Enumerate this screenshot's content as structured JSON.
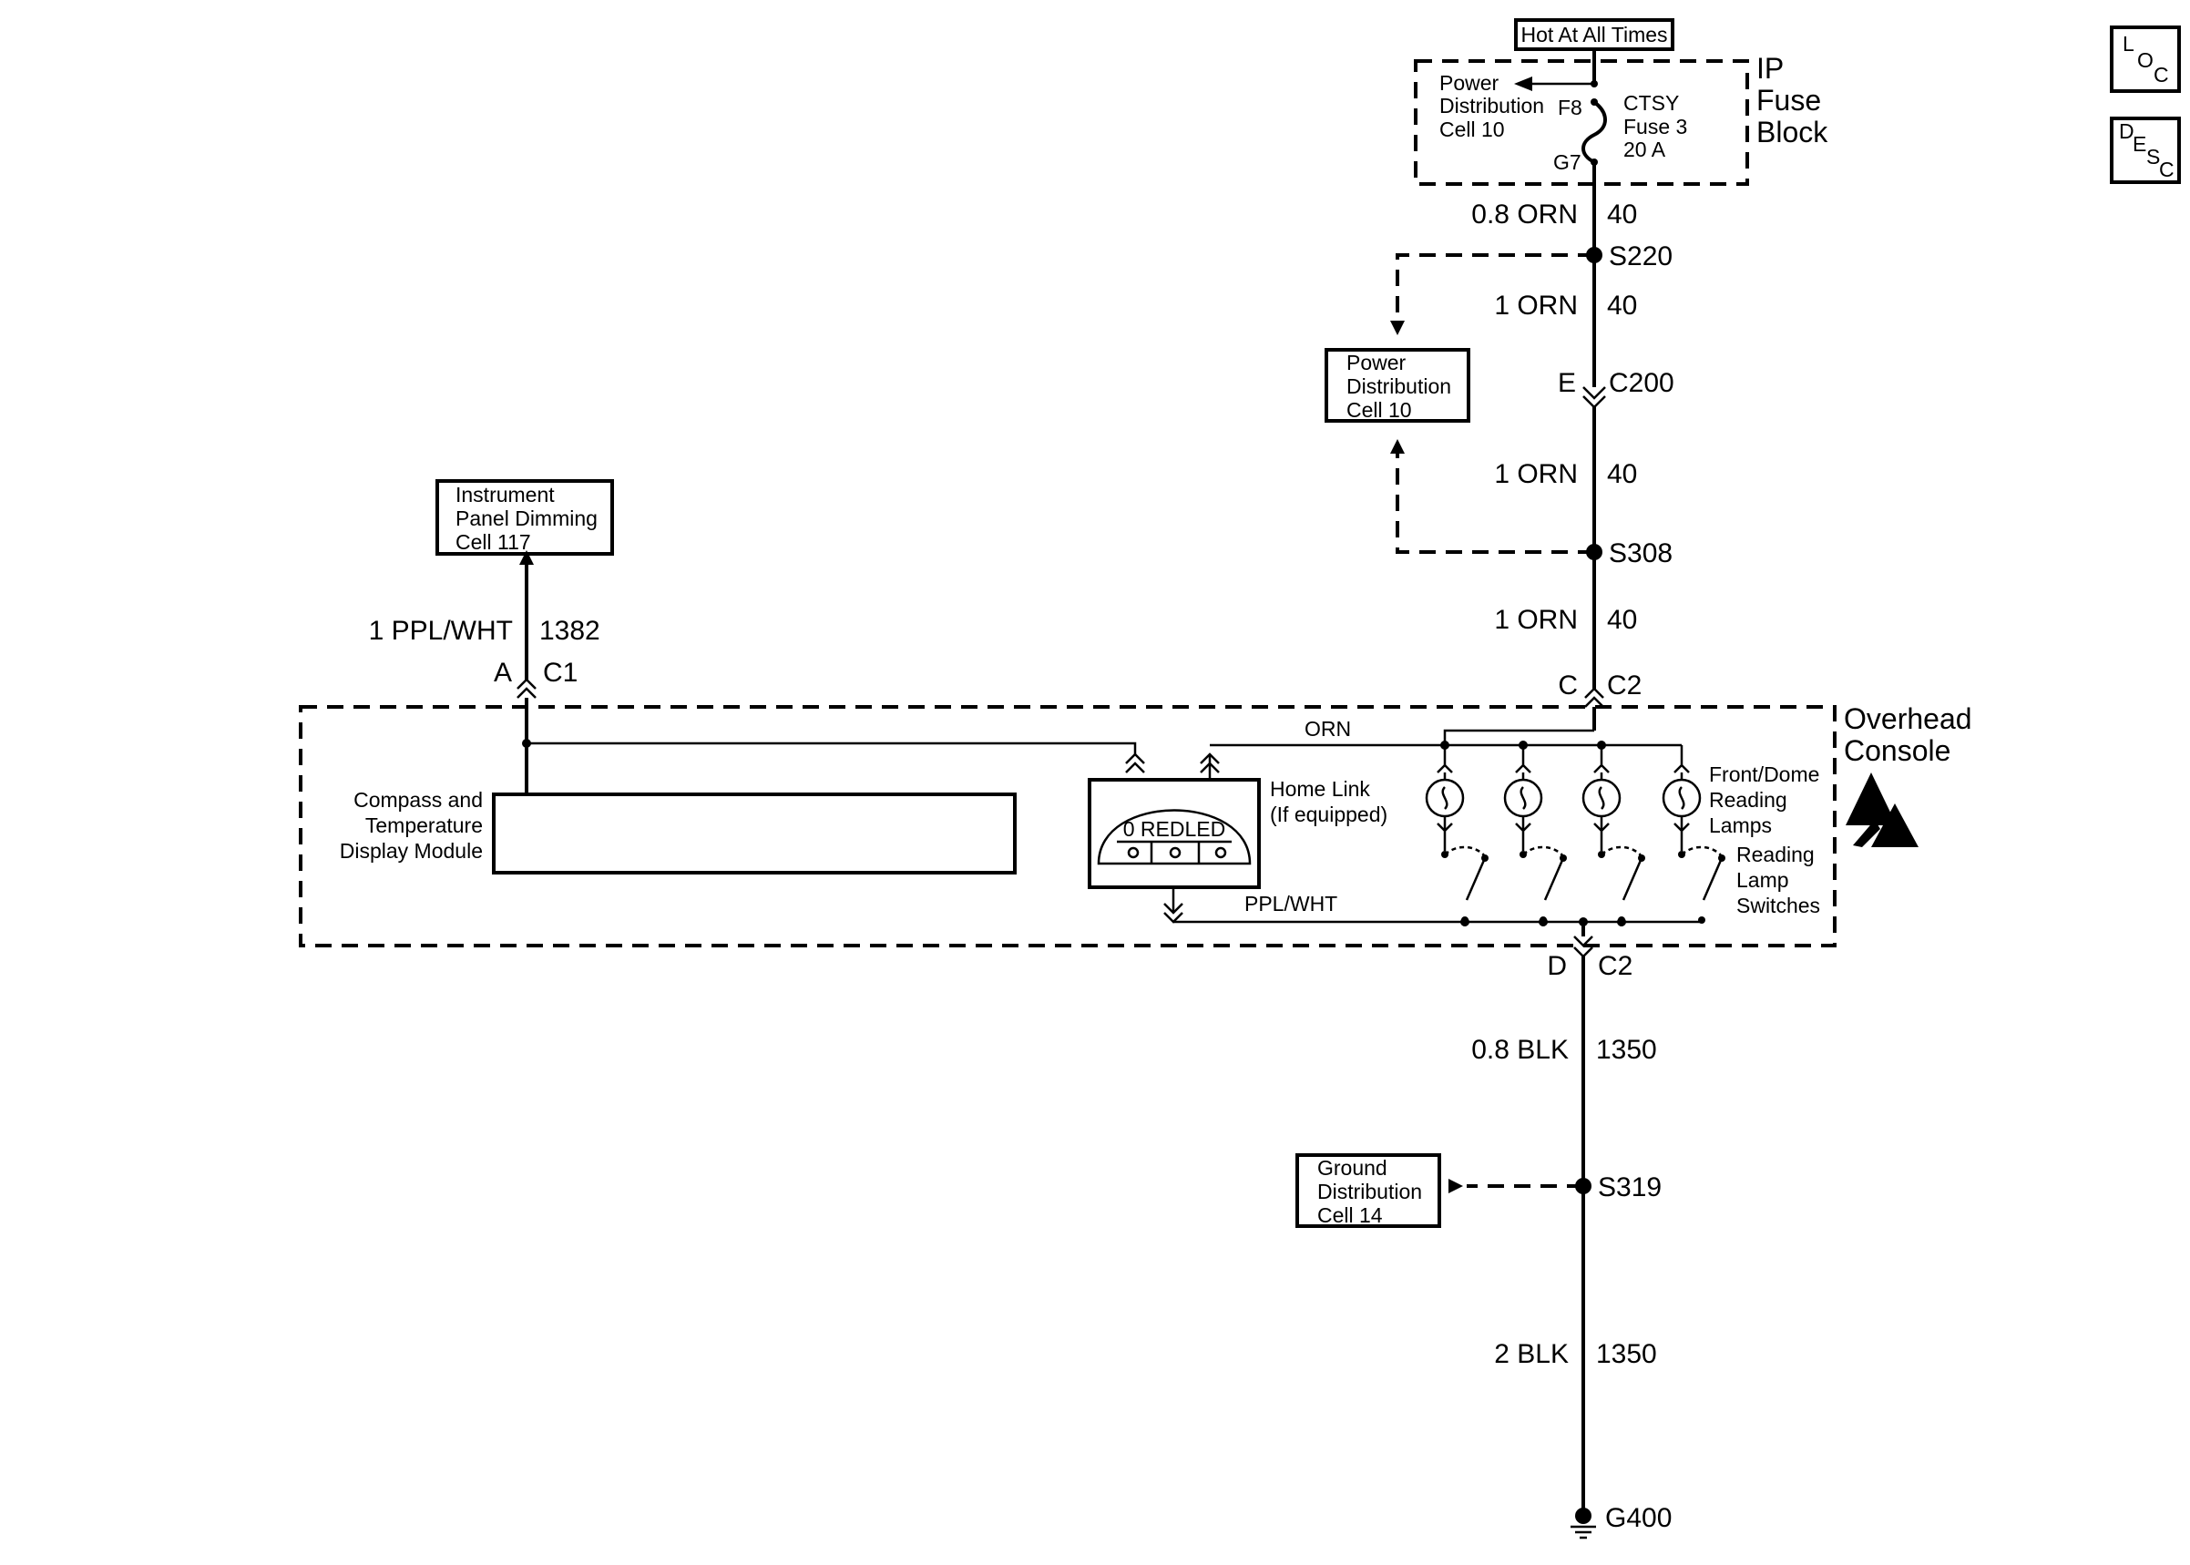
{
  "hot_label": "Hot At All Times",
  "fuse_block": {
    "title": [
      "IP",
      "Fuse",
      "Block"
    ],
    "power_dist": [
      "Power",
      "Distribution",
      "Cell 10"
    ],
    "fuse": [
      "CTSY",
      "Fuse 3",
      "20 A"
    ],
    "pin_in": "F8",
    "pin_out": "G7"
  },
  "wires": {
    "w1": {
      "gauge": "0.8 ORN",
      "circuit": "40"
    },
    "w2": {
      "gauge": "1 ORN",
      "circuit": "40"
    },
    "w3": {
      "gauge": "1 ORN",
      "circuit": "40"
    },
    "w4": {
      "gauge": "1 ORN",
      "circuit": "40"
    },
    "w5": {
      "gauge": "1 PPL/WHT",
      "circuit": "1382"
    },
    "w6": {
      "gauge": "0.8 BLK",
      "circuit": "1350"
    },
    "w7": {
      "gauge": "2 BLK",
      "circuit": "1350"
    }
  },
  "splices": {
    "s220": "S220",
    "s308": "S308",
    "s319": "S319"
  },
  "connectors": {
    "c200": {
      "pin": "E",
      "name": "C200"
    },
    "c2_top": {
      "pin": "C",
      "name": "C2"
    },
    "c2_bot": {
      "pin": "D",
      "name": "C2"
    },
    "c1": {
      "pin": "A",
      "name": "C1"
    }
  },
  "boxes": {
    "power_dist_10": [
      "Power",
      "Distribution",
      "Cell 10"
    ],
    "ip_dimming": [
      "Instrument",
      "Panel Dimming",
      "Cell 117"
    ],
    "ground_dist": [
      "Ground",
      "Distribution",
      "Cell 14"
    ]
  },
  "console": {
    "title": [
      "Overhead",
      "Console"
    ],
    "compass": [
      "Compass and",
      "Temperature",
      "Display Module"
    ],
    "homelink": [
      "Home Link",
      "(If equipped)"
    ],
    "homelink_display": "0 REDLED",
    "orn_label": "ORN",
    "ppl_label": "PPL/WHT",
    "lamps_label": [
      "Front/Dome",
      "Reading",
      "Lamps"
    ],
    "switches_label": [
      "Reading",
      "Lamp",
      "Switches"
    ]
  },
  "ground": "G400",
  "legend": {
    "loc": [
      "L",
      "O",
      "C"
    ],
    "desc": [
      "D",
      "E",
      "S",
      "C"
    ]
  }
}
